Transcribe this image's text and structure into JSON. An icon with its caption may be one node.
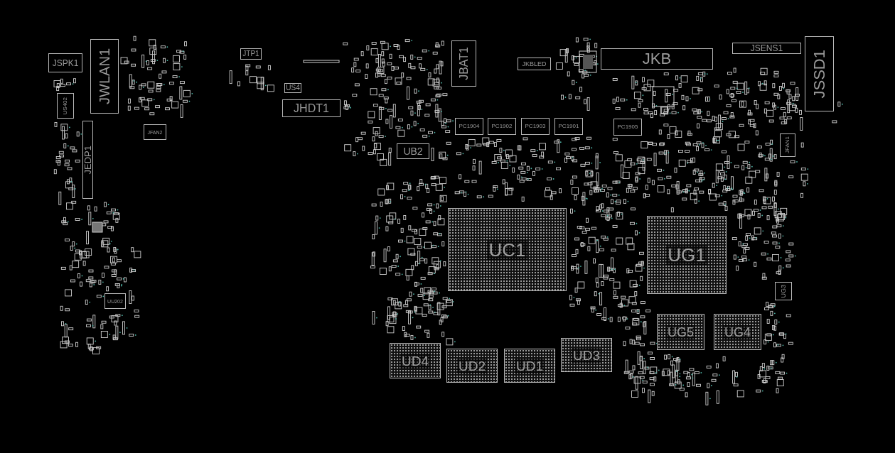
{
  "diagram": {
    "nodes": [
      {
        "text": [
          "JSPK1"
        ]
      },
      {
        "text": [
          "JWLAN1"
        ]
      },
      {
        "text": [
          "US402"
        ]
      },
      {
        "text": [
          "JEDP1"
        ]
      },
      {
        "text": [
          "JFAN2"
        ]
      },
      {
        "text": [
          "UU202"
        ]
      },
      {
        "text": [
          "JTP1"
        ]
      },
      {
        "text": [
          "US4"
        ]
      },
      {
        "text": [
          "JHDT1"
        ]
      },
      {
        "text": [
          "UB2"
        ]
      },
      {
        "text": [
          "JBAT1"
        ]
      },
      {
        "text": [
          "JKBLED"
        ]
      },
      {
        "text": [
          "PC1904"
        ]
      },
      {
        "text": [
          "PC1902"
        ]
      },
      {
        "text": [
          "PC1903"
        ]
      },
      {
        "text": [
          "PC1901"
        ]
      },
      {
        "text": [
          "PC1905"
        ]
      },
      {
        "text": [
          "JKB"
        ]
      },
      {
        "text": [
          "JSENS1"
        ]
      },
      {
        "text": [
          "JSSD1"
        ]
      },
      {
        "text": [
          "JFAN1"
        ]
      },
      {
        "text": [
          "UC1"
        ]
      },
      {
        "text": [
          "UG1"
        ]
      },
      {
        "text": [
          "UG5"
        ]
      },
      {
        "text": [
          "UG4"
        ]
      },
      {
        "text": [
          "UG3"
        ]
      },
      {
        "text": [
          "UD4"
        ]
      },
      {
        "text": [
          "UD2"
        ]
      },
      {
        "text": [
          "UD1"
        ]
      },
      {
        "text": [
          "UD3"
        ]
      }
    ]
  }
}
